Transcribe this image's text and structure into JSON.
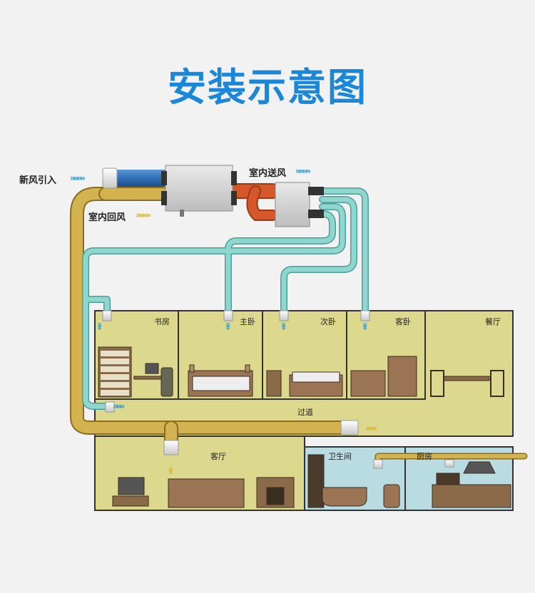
{
  "title": "安装示意图",
  "labels": {
    "fresh_air_in": "新风引入",
    "indoor_supply": "室内送风",
    "indoor_return": "室内回风"
  },
  "rooms": {
    "study": "书房",
    "master_bedroom": "主卧",
    "second_bedroom": "次卧",
    "guest_bedroom": "客卧",
    "dining": "餐厅",
    "corridor": "过道",
    "living": "客厅",
    "bathroom": "卫生间",
    "kitchen": "厨房"
  },
  "colors": {
    "title": "#1a87d9",
    "room_fill": "#dcd98f",
    "supply_duct": "#79c9c3",
    "return_duct": "#d4b24f",
    "fresh_duct": "#3f7fc4",
    "hot_duct": "#d4582a",
    "bath_fill": "#b9dbe2"
  }
}
